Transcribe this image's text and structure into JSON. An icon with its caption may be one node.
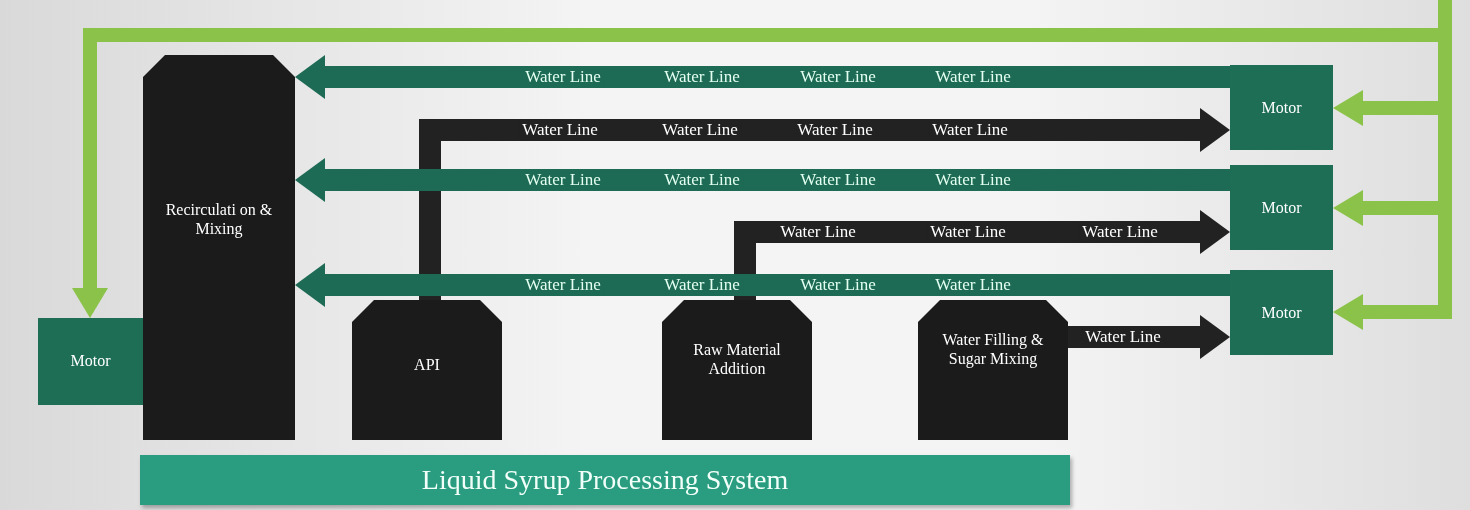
{
  "diagram": {
    "title": "Liquid Syrup Processing System",
    "nodes": [
      {
        "text": [
          "Recirculati on & Mixing"
        ]
      },
      {
        "text": [
          "API"
        ]
      },
      {
        "text": [
          "Raw Material Addition"
        ]
      },
      {
        "text": [
          "Water Filling & Sugar Mixing"
        ]
      },
      {
        "text": [
          "Motor"
        ]
      },
      {
        "text": [
          "Motor"
        ]
      },
      {
        "text": [
          "Motor"
        ]
      },
      {
        "text": [
          "Motor"
        ]
      }
    ],
    "edges": [
      {
        "from": 5,
        "to": 0,
        "arrow": "to",
        "label": "Water Line",
        "color": "#1e6b55"
      },
      {
        "from": 1,
        "to": 5,
        "arrow": "to",
        "label": "Water Line",
        "color": "#222222"
      },
      {
        "from": 6,
        "to": 0,
        "arrow": "to",
        "label": "Water Line",
        "color": "#1e6b55"
      },
      {
        "from": 2,
        "to": 6,
        "arrow": "to",
        "label": "Water Line",
        "color": "#222222"
      },
      {
        "from": 7,
        "to": 0,
        "arrow": "to",
        "label": "Water Line",
        "color": "#1e6b55"
      },
      {
        "from": 3,
        "to": 7,
        "arrow": "to",
        "label": "Water Line",
        "color": "#222222"
      },
      {
        "from": null,
        "to": 4,
        "arrow": "to",
        "color": "#8bc34a"
      },
      {
        "from": null,
        "to": 5,
        "arrow": "to",
        "color": "#8bc34a"
      },
      {
        "from": null,
        "to": 6,
        "arrow": "to",
        "color": "#8bc34a"
      },
      {
        "from": null,
        "to": 7,
        "arrow": "to",
        "color": "#8bc34a"
      }
    ],
    "labels": [
      "Water Line",
      "Water Line",
      "Water Line",
      "Water Line",
      "Water Line",
      "Water Line",
      "Water Line",
      "Water Line",
      "Water Line",
      "Water Line",
      "Water Line",
      "Water Line",
      "Water Line",
      "Water Line"
    ]
  }
}
